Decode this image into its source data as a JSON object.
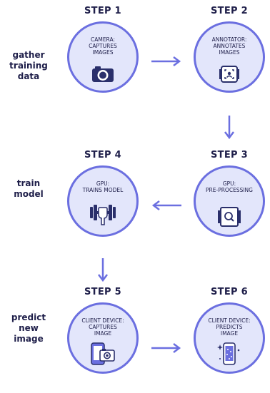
{
  "phases": [
    {
      "lines": [
        "gather",
        "training",
        "data"
      ]
    },
    {
      "lines": [
        "train",
        "model"
      ]
    },
    {
      "lines": [
        "predict",
        "new",
        "image"
      ]
    }
  ],
  "steps": [
    {
      "title": "STEP 1",
      "label": "CAMERA:\nCAPTURES\nIMAGES",
      "icon": "camera-icon"
    },
    {
      "title": "STEP 2",
      "label": "ANNOTATOR:\nANNOTATES\nIMAGES",
      "icon": "annotate-icon"
    },
    {
      "title": "STEP 3",
      "label": "GPU:\nPRE-PROCESSING",
      "icon": "gpu-search-icon"
    },
    {
      "title": "STEP 4",
      "label": "GPU:\nTRAINS MODEL",
      "icon": "dumbbell-icon"
    },
    {
      "title": "STEP 5",
      "label": "CLIENT DEVICE:\nCAPTURES\nIMAGE",
      "icon": "phone-camera-icon"
    },
    {
      "title": "STEP 6",
      "label": "CLIENT DEVICE:\nPREDICTS\nIMAGE",
      "icon": "phone-predict-icon"
    }
  ],
  "colors": {
    "accent": "#6b6fe0",
    "circle_fill": "#e3e6fb",
    "text": "#1f1f4a"
  }
}
